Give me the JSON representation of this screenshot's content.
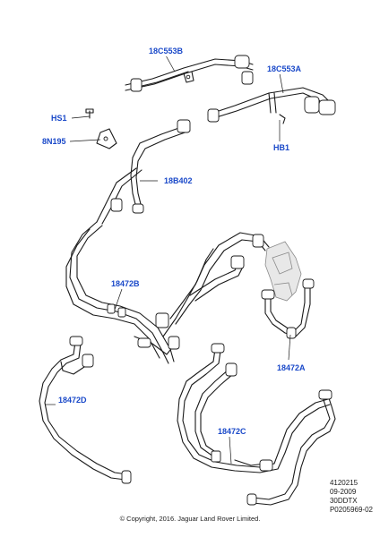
{
  "callouts": {
    "c_18c553b": "18C553B",
    "c_18c553a": "18C553A",
    "c_hs1": "HS1",
    "c_8n195": "8N195",
    "c_hb1": "HB1",
    "c_18b402": "18B402",
    "c_18472b": "18472B",
    "c_18472a": "18472A",
    "c_18472d": "18472D",
    "c_18472c": "18472C"
  },
  "info": {
    "line1": "4120215",
    "line2": "09-2009",
    "line3": "30DDTX",
    "line4": "P0205969-02"
  },
  "copyright": "© Copyright, 2016. Jaguar Land Rover Limited.",
  "colors": {
    "callout": "#1a49c9",
    "line": "#1a1a1a"
  }
}
